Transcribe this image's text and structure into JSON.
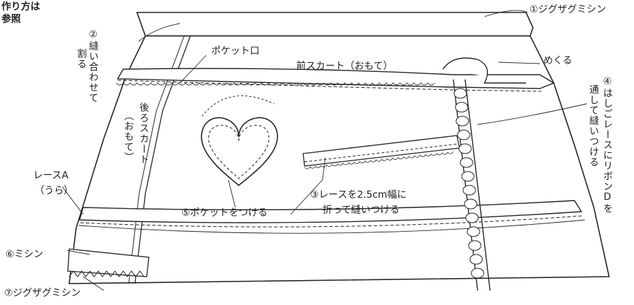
{
  "corner_note": {
    "line1": "作り方は",
    "line2": "参照"
  },
  "labels": {
    "zigzag_top": "①ジグザグミシン",
    "split_seam": "②縫い合わせて",
    "split_seam_2": "割る",
    "pocket_mouth": "ポケット口",
    "front_skirt": "前スカート（おもて）",
    "fold_back": "めくる",
    "ribbon_line1": "④はしごレースにリボンDを",
    "ribbon_line2": "通して縫いつける",
    "back_skirt_1": "後ろスカート",
    "back_skirt_2": "（おもて）",
    "lace_a_1": "レースA",
    "lace_a_2": "（うら）",
    "pocket_attach": "⑤ポケットをつける",
    "lace_fold_1": "③レースを2.5cm幅に",
    "lace_fold_2": "折って縫いつける",
    "stitch": "⑥ミシン",
    "zigzag_bottom": "⑦ジグザグミシン"
  }
}
